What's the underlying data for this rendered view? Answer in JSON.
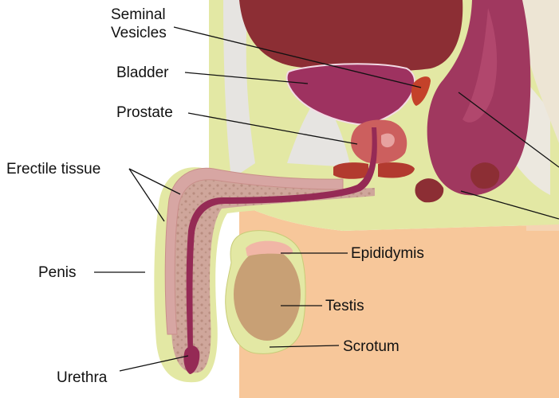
{
  "labels": {
    "seminal_vesicles_1": "Seminal",
    "seminal_vesicles_2": "Vesicles",
    "bladder": "Bladder",
    "prostate": "Prostate",
    "erectile_tissue": "Erectile tissue",
    "penis": "Penis",
    "urethra": "Urethra",
    "epididymis": "Epididymis",
    "testis": "Testis",
    "scrotum": "Scrotum"
  },
  "colors": {
    "skin": "#f7c79a",
    "fat_layer": "#e3e8a4",
    "connective": "#e6e4e1",
    "bladder": "#9e3260",
    "rectum": "#a0385f",
    "colon": "#8c2e34",
    "prostate": "#cc5f5e",
    "erectile": "#cfa69b",
    "urethra": "#952a55",
    "testis": "#c8a075",
    "epididymis": "#f1b6a6"
  }
}
